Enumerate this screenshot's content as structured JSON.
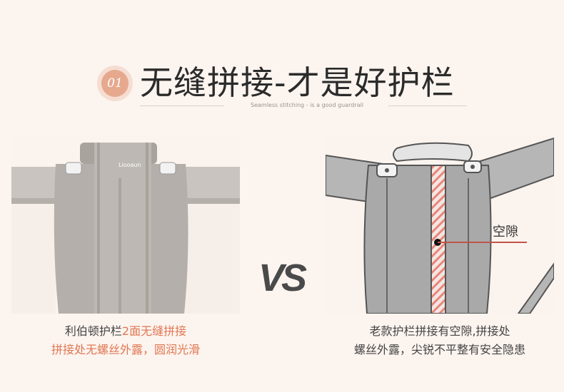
{
  "header": {
    "badge": "01",
    "title": "无缝拼接-才是好护栏",
    "subtitle": "Seamless stitching - is a good guardrail"
  },
  "left_panel": {
    "logo_text": "Liooaun",
    "caption_line1_normal": "利伯顿护栏",
    "caption_line1_highlight": "2面无缝拼接",
    "caption_line2": "拼接处无螺丝外露，圆润光滑"
  },
  "vs_label": "VS",
  "right_panel": {
    "gap_label": "空隙",
    "caption_line1": "老款护栏拼接有空隙,拼接处",
    "caption_line2": "螺丝外露，尖锐不平整有安全隐患"
  },
  "colors": {
    "accent": "#e07752",
    "badge": "#e6a98e",
    "background": "#fcf4ef",
    "gap_stripe": "#e8857a"
  }
}
